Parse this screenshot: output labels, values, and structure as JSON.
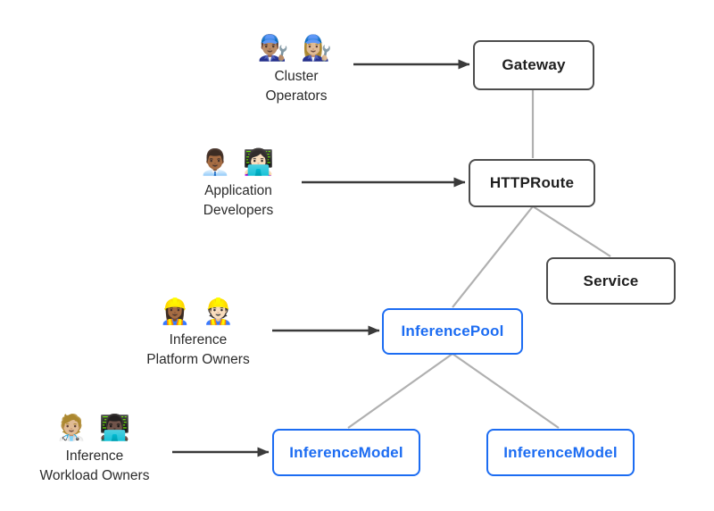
{
  "diagram": {
    "title": "Gateway API inference extension resource model",
    "colors": {
      "background": "#ffffff",
      "node_border_dark": "#4d4d4d",
      "node_text_dark": "#1f1f1f",
      "node_border_blue": "#1c6cf2",
      "node_text_blue": "#1c6cf2",
      "edge_line": "#b0b0b0",
      "arrow_line": "#3a3a3a"
    },
    "nodes": {
      "gateway": {
        "label": "Gateway",
        "style": "dark"
      },
      "httproute": {
        "label": "HTTPRoute",
        "style": "dark"
      },
      "service": {
        "label": "Service",
        "style": "dark"
      },
      "inference_pool": {
        "label": "InferencePool",
        "style": "blue"
      },
      "inference_model_left": {
        "label": "InferenceModel",
        "style": "blue"
      },
      "inference_model_right": {
        "label": "InferenceModel",
        "style": "blue"
      }
    },
    "actors": {
      "cluster_operators": {
        "emojis": "👨🏽‍🔧 👩🏼‍🔧",
        "emoji_names": "man-mechanic-icon woman-mechanic-icon",
        "line1": "Cluster",
        "line2": "Operators"
      },
      "application_developers": {
        "emojis": "👨🏾‍💼 👩🏻‍💻",
        "emoji_names": "man-office-worker-icon woman-technologist-icon",
        "line1": "Application",
        "line2": "Developers"
      },
      "inference_platform_owners": {
        "emojis": "👷🏾‍♀️ 👷🏻",
        "emoji_names": "woman-construction-worker-icon construction-worker-icon",
        "line1": "Inference",
        "line2": "Platform Owners"
      },
      "inference_workload_owners": {
        "emojis": "🧑🏼‍⚕️ 👨🏿‍💻",
        "emoji_names": "health-worker-icon man-technologist-icon",
        "line1": "Inference",
        "line2": "Workload Owners"
      }
    },
    "edges": [
      {
        "from": "gateway",
        "to": "httproute",
        "type": "line"
      },
      {
        "from": "httproute",
        "to": "inference_pool",
        "type": "line"
      },
      {
        "from": "httproute",
        "to": "service",
        "type": "line"
      },
      {
        "from": "inference_pool",
        "to": "inference_model_left",
        "type": "line"
      },
      {
        "from": "inference_pool",
        "to": "inference_model_right",
        "type": "line"
      },
      {
        "from": "cluster_operators",
        "to": "gateway",
        "type": "arrow"
      },
      {
        "from": "application_developers",
        "to": "httproute",
        "type": "arrow"
      },
      {
        "from": "inference_platform_owners",
        "to": "inference_pool",
        "type": "arrow"
      },
      {
        "from": "inference_workload_owners",
        "to": "inference_model_left",
        "type": "arrow"
      }
    ]
  }
}
